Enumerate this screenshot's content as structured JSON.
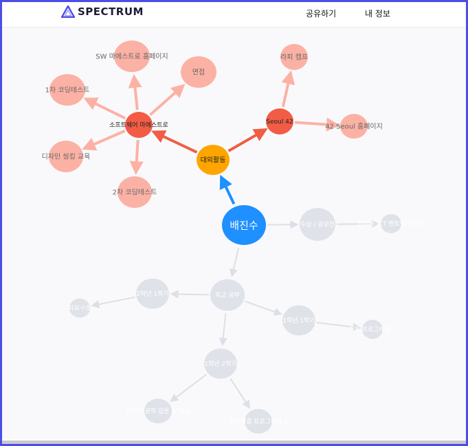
{
  "app": {
    "logo_text": "SPECTRUM",
    "nav": {
      "share": "공유하기",
      "profile": "내 정보"
    }
  },
  "mindmap": {
    "colors": {
      "root": "#1e90ff",
      "category": "#ffa500",
      "active": "#f25c45",
      "leaf": "#fcb1a5",
      "inactive": "#dfe2e8",
      "edge_root": "#1e90ff",
      "edge_active": "#f25c45",
      "edge_leaf": "#fcb1a5",
      "edge_inactive": "#dcdfe5",
      "text_dark": "#222222",
      "text_leaf": "#666666",
      "text_inactive": "#ffffff"
    },
    "nodes": [
      {
        "id": "root",
        "label": "배진수",
        "kind": "root"
      },
      {
        "id": "ext",
        "label": "대외활동",
        "kind": "category"
      },
      {
        "id": "swm",
        "label": "소프트웨어 마에스트로",
        "kind": "active"
      },
      {
        "id": "s42",
        "label": "Seoul 42",
        "kind": "active"
      },
      {
        "id": "swm-home",
        "label": "SW 마에스트로 홈페이지",
        "kind": "leaf"
      },
      {
        "id": "interview",
        "label": "면접",
        "kind": "leaf"
      },
      {
        "id": "test1",
        "label": "1차 코딩테스트",
        "kind": "leaf"
      },
      {
        "id": "design",
        "label": "디자인 씽킹 교육",
        "kind": "leaf"
      },
      {
        "id": "test2",
        "label": "2차 코딩테스트",
        "kind": "leaf"
      },
      {
        "id": "camp",
        "label": "라피 캠프",
        "kind": "leaf"
      },
      {
        "id": "s42-home",
        "label": "42 Seoul 홈페이지",
        "kind": "leaf"
      },
      {
        "id": "award",
        "label": "수상 / 공모전",
        "kind": "inactive"
      },
      {
        "id": "award-leaf",
        "label": "한이음 ICT 멘토링 공모전",
        "kind": "inactive"
      },
      {
        "id": "school",
        "label": "학교 공부",
        "kind": "inactive"
      },
      {
        "id": "g2s1",
        "label": "2학년 1학기",
        "kind": "inactive"
      },
      {
        "id": "g2s1-leaf",
        "label": "자료구조",
        "kind": "inactive"
      },
      {
        "id": "g1s1",
        "label": "1학년 1학기",
        "kind": "inactive"
      },
      {
        "id": "g1s1-leaf",
        "label": "기초 프로그래밍 1",
        "kind": "inactive"
      },
      {
        "id": "g1s2",
        "label": "1학년 2학기",
        "kind": "inactive"
      },
      {
        "id": "g1s2-a",
        "label": "컴퓨터 공학 입문 및 실습",
        "kind": "inactive"
      },
      {
        "id": "g1s2-b",
        "label": "문제해결 프로그래밍 2",
        "kind": "inactive"
      }
    ],
    "edges": [
      {
        "from": "root",
        "to": "ext",
        "kind": "root"
      },
      {
        "from": "ext",
        "to": "swm",
        "kind": "active"
      },
      {
        "from": "ext",
        "to": "s42",
        "kind": "active"
      },
      {
        "from": "swm",
        "to": "swm-home",
        "kind": "leaf"
      },
      {
        "from": "swm",
        "to": "interview",
        "kind": "leaf"
      },
      {
        "from": "swm",
        "to": "test1",
        "kind": "leaf"
      },
      {
        "from": "swm",
        "to": "design",
        "kind": "leaf"
      },
      {
        "from": "swm",
        "to": "test2",
        "kind": "leaf"
      },
      {
        "from": "s42",
        "to": "camp",
        "kind": "leaf"
      },
      {
        "from": "s42",
        "to": "s42-home",
        "kind": "leaf"
      },
      {
        "from": "root",
        "to": "award",
        "kind": "inactive"
      },
      {
        "from": "award",
        "to": "award-leaf",
        "kind": "inactive"
      },
      {
        "from": "root",
        "to": "school",
        "kind": "inactive"
      },
      {
        "from": "school",
        "to": "g2s1",
        "kind": "inactive"
      },
      {
        "from": "g2s1",
        "to": "g2s1-leaf",
        "kind": "inactive"
      },
      {
        "from": "school",
        "to": "g1s1",
        "kind": "inactive"
      },
      {
        "from": "g1s1",
        "to": "g1s1-leaf",
        "kind": "inactive"
      },
      {
        "from": "school",
        "to": "g1s2",
        "kind": "inactive"
      },
      {
        "from": "g1s2",
        "to": "g1s2-a",
        "kind": "inactive"
      },
      {
        "from": "g1s2",
        "to": "g1s2-b",
        "kind": "inactive"
      }
    ]
  }
}
